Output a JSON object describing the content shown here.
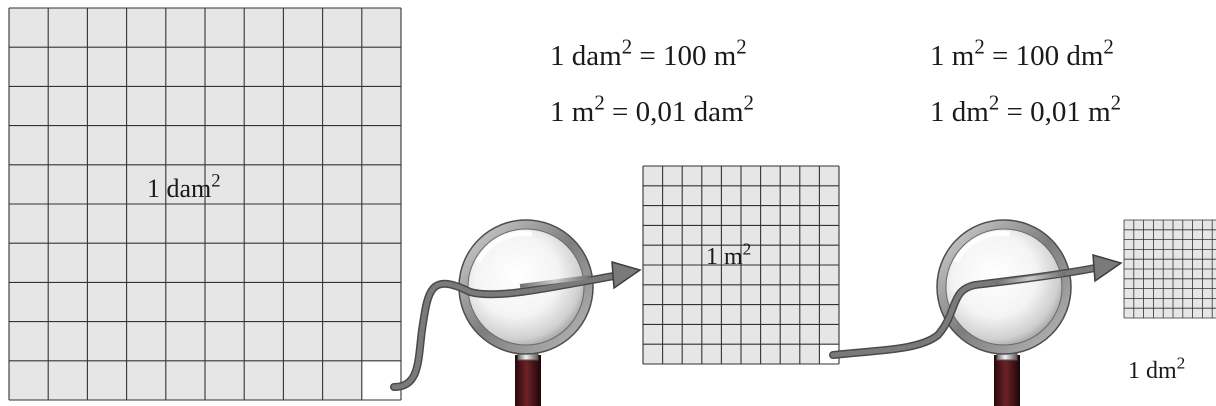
{
  "formulas": {
    "dam_to_m": {
      "lhs": "1 dam",
      "mid": " = 100 m",
      "exp": "2"
    },
    "m_to_dam": {
      "lhs": "1 m",
      "mid": " = 0,01 dam",
      "exp": "2"
    },
    "m_to_dm": {
      "lhs": "1 m",
      "mid": " = 100 dm",
      "exp": "2"
    },
    "dm_to_m": {
      "lhs": "1 dm",
      "mid": " = 0,01 m",
      "exp": "2"
    }
  },
  "grids": [
    {
      "label_base": "1 dam",
      "label_exp": "2",
      "cells": 10,
      "fill": "#e6e6e6"
    },
    {
      "label_base": "1 m",
      "label_exp": "2",
      "cells": 10,
      "fill": "#e6e6e6"
    },
    {
      "label_base": "1 dm",
      "label_exp": "2",
      "cells": 10,
      "fill": "#e6e6e6"
    }
  ],
  "icons": {
    "magnifier_1": "magnifying-glass-icon",
    "magnifier_2": "magnifying-glass-icon",
    "arrow_1": "curved-arrow-icon",
    "arrow_2": "curved-arrow-icon"
  },
  "colors": {
    "grid_line": "#333333",
    "arrow": "#6f6f6f",
    "lens_rim": "#8a8a8a",
    "handle": "#4a1418"
  }
}
